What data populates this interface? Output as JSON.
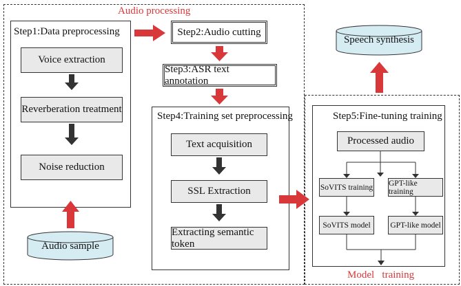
{
  "audio_processing": {
    "title": "Audio processing",
    "step1": {
      "title": "Step1:Data preprocessing",
      "items": [
        "Voice extraction",
        "Reverberation treatment",
        "Noise reduction"
      ]
    },
    "step2": "Step2:Audio cutting",
    "step3": "Step3:ASR text annotation",
    "step4": {
      "title": "Step4:Training set preprocessing",
      "items": [
        "Text acquisition",
        "SSL Extraction",
        "Extracting semantic token"
      ]
    },
    "input": "Audio sample"
  },
  "model_training": {
    "title": "Model   training",
    "step5": {
      "title": "Step5:Fine-tuning training",
      "processed": "Processed audio",
      "sovits_training": "SoVITS training",
      "gpt_training": "GPT-like training",
      "sovits_model": "SoVITS model",
      "gpt_model": "GPT-like model"
    },
    "output": "Speech synthesis"
  },
  "colors": {
    "accent_red": "#d9383a",
    "box_fill": "#e9e9e9",
    "cylinder_fill": "#d6ecf3",
    "arrow_dark": "#333333"
  }
}
